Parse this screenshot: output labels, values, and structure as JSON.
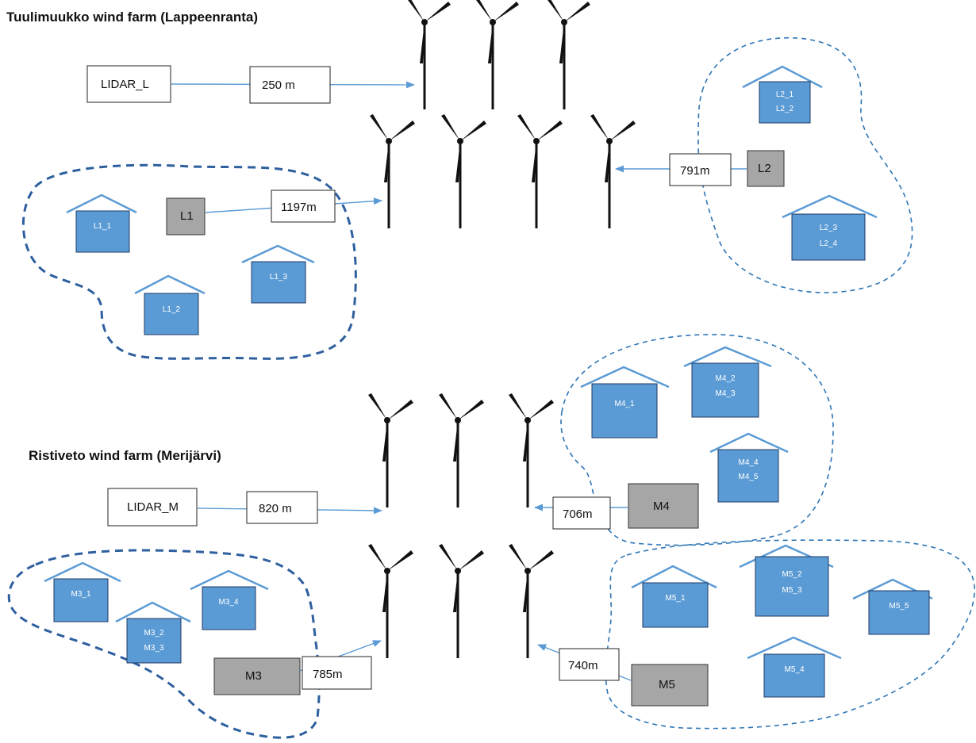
{
  "titles": {
    "tuulimuukko": "Tuulimuukko wind farm (Lappeenranta)",
    "ristiveto": "Ristiveto wind farm (Merijärvi)"
  },
  "lidar": {
    "lidar_l": "LIDAR_L",
    "lidar_m": "LIDAR_M"
  },
  "distances": {
    "lidar_l": "250 m",
    "l1": "1197m",
    "l2": "791m",
    "lidar_m": "820 m",
    "m4": "706m",
    "m3": "785m",
    "m5": "740m"
  },
  "sites": {
    "l1": "L1",
    "l2": "L2",
    "m3": "M3",
    "m4": "M4",
    "m5": "M5"
  },
  "houses": {
    "l1_1": "L1_1",
    "l1_2": "L1_2",
    "l1_3": "L1_3",
    "l2_1": "L2_1",
    "l2_2": "L2_2",
    "l2_3": "L2_3",
    "l2_4": "L2_4",
    "m4_1": "M4_1",
    "m4_2": "M4_2",
    "m4_3": "M4_3",
    "m4_4": "M4_4",
    "m4_5": "M4_5",
    "m3_1": "M3_1",
    "m3_2": "M3_2",
    "m3_3": "M3_3",
    "m3_4": "M3_4",
    "m5_1": "M5_1",
    "m5_2": "M5_2",
    "m5_3": "M5_3",
    "m5_4": "M5_4",
    "m5_5": "M5_5"
  },
  "colors": {
    "house_fill": "#5b9bd5",
    "site_fill": "#a6a6a6",
    "arrow": "#5b9bd5",
    "cluster_outline": "#2e75b6"
  }
}
